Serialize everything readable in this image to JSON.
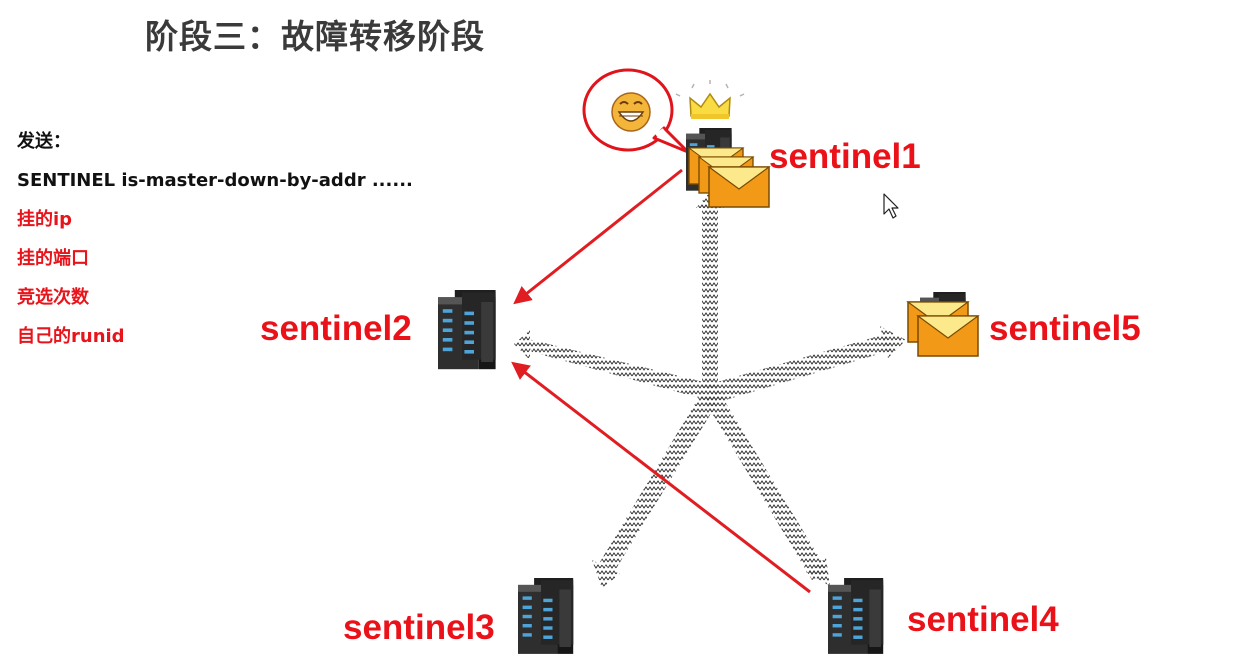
{
  "title": "阶段三：故障转移阶段",
  "message": {
    "header": "发送：",
    "command": "SENTINEL is-master-down-by-addr ......",
    "params": [
      "挂的ip",
      "挂的端口",
      "竞选次数",
      "自己的runid"
    ]
  },
  "nodes": {
    "sentinel1": "sentinel1",
    "sentinel2": "sentinel2",
    "sentinel3": "sentinel3",
    "sentinel4": "sentinel4",
    "sentinel5": "sentinel5"
  },
  "icons": {
    "server": "server-rack-icon",
    "envelope": "envelope-icon",
    "crown": "crown-icon",
    "emoji": "grinning-face-icon",
    "cursor": "mouse-pointer-icon"
  },
  "colors": {
    "label_red": "#ea1119",
    "arrow_red": "#e01e22",
    "title_gray": "#3a3a3a",
    "envelope_orange": "#f29a18",
    "envelope_yellow": "#fbe98c",
    "server_dark": "#2b2b2b",
    "server_light": "#4ea3d8"
  }
}
